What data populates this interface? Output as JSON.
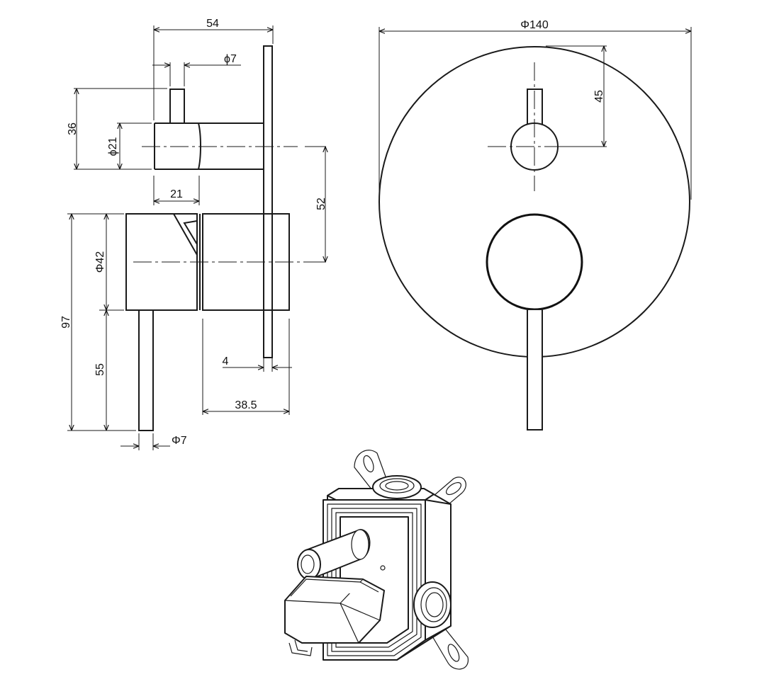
{
  "dimensions": {
    "overall_depth": "54",
    "lever_diameter_top": "ϕ7",
    "lever_height": "36",
    "small_body_diameter": "ϕ21",
    "small_body_length": "21",
    "axis_spacing": "52",
    "large_body_diameter": "Φ42",
    "total_height": "97",
    "lower_lever_length": "55",
    "plate_thickness": "4",
    "large_body_length": "38.5",
    "lever_diameter_bottom": "Φ7",
    "plate_diameter": "Φ140",
    "front_offset": "45"
  }
}
